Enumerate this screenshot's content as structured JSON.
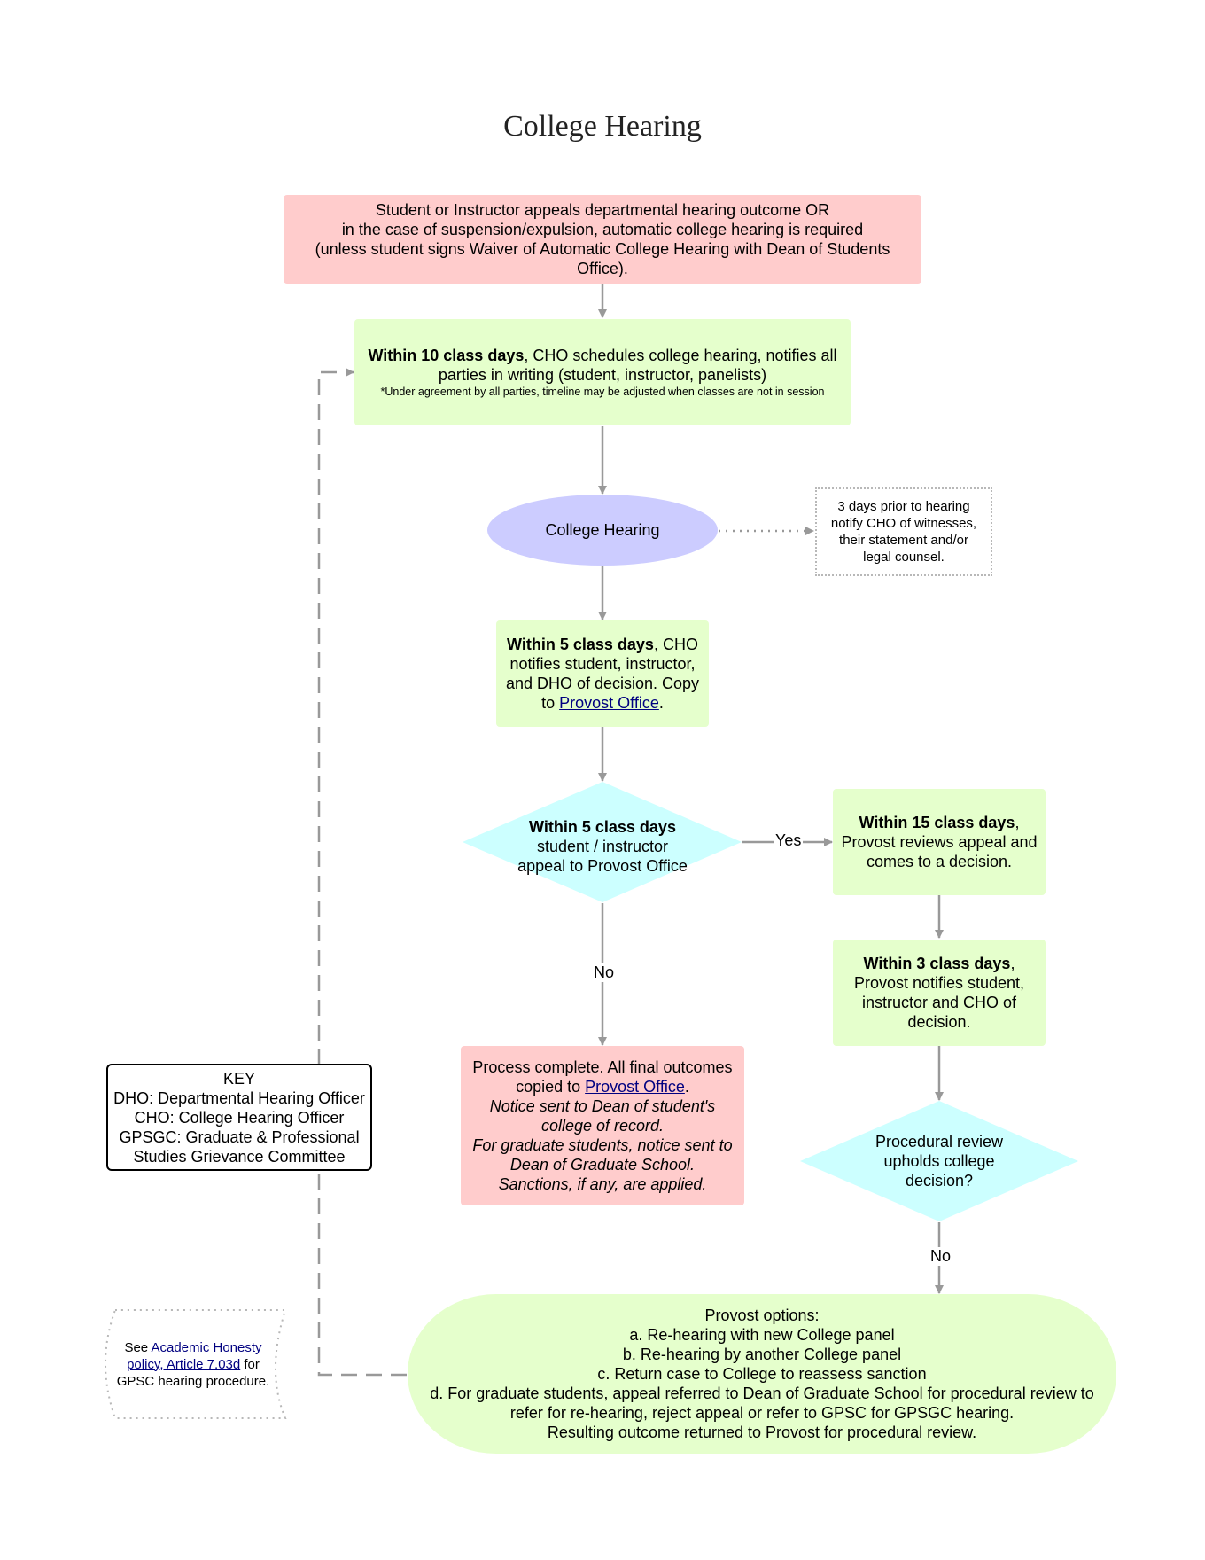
{
  "title": "College Hearing",
  "nodes": {
    "appeal_start": {
      "line1": "Student or Instructor appeals departmental hearing outcome OR",
      "line2": "in the case of suspension/expulsion, automatic college hearing is required",
      "line3": "(unless student signs Waiver of Automatic College Hearing with Dean of Students Office)."
    },
    "schedule": {
      "bold": "Within 10 class days",
      "rest": ", CHO schedules college hearing, notifies all parties in writing (student, instructor, panelists)",
      "note": "*Under agreement by all parties, timeline may be adjusted when classes are not in session"
    },
    "hearing": {
      "label": "College Hearing"
    },
    "witness_note": {
      "text": "3 days prior to hearing notify CHO of witnesses, their statement  and/or legal counsel."
    },
    "notify_decision": {
      "bold": "Within 5 class days",
      "rest": ", CHO notifies student, instructor, and DHO of decision. Copy to ",
      "link": "Provost Office",
      "end": "."
    },
    "appeal_decision": {
      "bold": "Within 5 class days",
      "rest": " student / instructor appeal to Provost Office"
    },
    "provost_review": {
      "bold": "Within 15 class days",
      "rest": ", Provost reviews appeal and comes to a decision."
    },
    "provost_notify": {
      "bold": "Within 3 class days",
      "rest": ", Provost notifies student, instructor and CHO of decision."
    },
    "procedural_decision": {
      "label": "Procedural review upholds college decision?"
    },
    "complete": {
      "line1": "Process complete. All final outcomes copied to ",
      "link": "Provost Office",
      "end": ".",
      "italic1": "Notice sent to Dean of student's college of record.",
      "italic2": "For graduate students, notice sent to Dean of Graduate School.",
      "italic3": "Sanctions, if any, are applied."
    },
    "provost_options": {
      "heading": "Provost options:",
      "a": "a. Re-hearing with new College panel",
      "b": "b. Re-hearing by another College panel",
      "c": "c. Return case to College to reassess sanction",
      "d": "d. For graduate students, appeal referred to Dean of Graduate School for procedural review to refer for re-hearing, reject appeal or refer to GPSC for GPSGC hearing.",
      "result": "Resulting outcome returned to Provost for procedural review."
    },
    "key": {
      "title": "KEY",
      "dho": "DHO: Departmental Hearing Officer",
      "cho": "CHO: College Hearing Officer",
      "gpsgc": "GPSGC: Graduate & Professional Studies Grievance Committee"
    },
    "policy_note": {
      "pre": "See ",
      "link": "Academic Honesty policy, Article 7.03d",
      "post": " for GPSC hearing procedure."
    }
  },
  "edge_labels": {
    "yes": "Yes",
    "no_1": "No",
    "no_2": "No"
  },
  "colors": {
    "pink": "#ffcccc",
    "green": "#e5ffcc",
    "lavender": "#ccccff",
    "cyan": "#ccffff",
    "arrow": "#999999"
  }
}
